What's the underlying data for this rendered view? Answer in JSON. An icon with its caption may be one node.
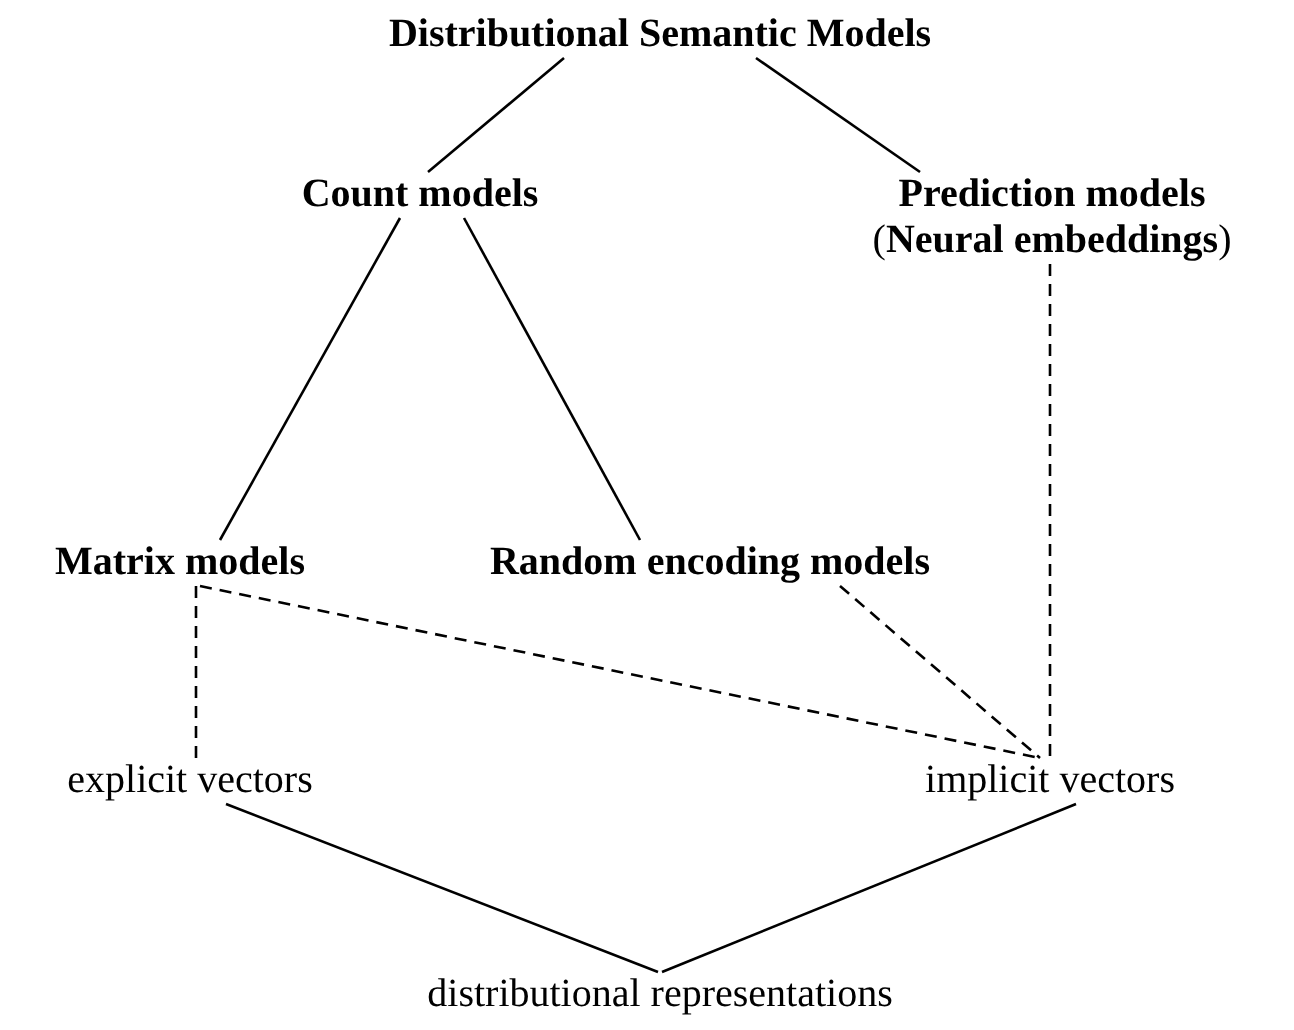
{
  "diagram": {
    "nodes": [
      {
        "text": [
          "Distributional Semantic Models"
        ]
      },
      {
        "text": [
          "Count models"
        ]
      },
      {
        "text": [
          "**Prediction models** (**Neural embeddings**)"
        ]
      },
      {
        "text": [
          "Matrix models"
        ]
      },
      {
        "text": [
          "Random encoding models"
        ]
      },
      {
        "text": [
          "explicit vectors"
        ]
      },
      {
        "text": [
          "implicit vectors"
        ]
      },
      {
        "text": [
          "distributional representations"
        ]
      }
    ],
    "edges": [
      {
        "from": 0,
        "to": 1,
        "arrow": "none"
      },
      {
        "from": 0,
        "to": 2,
        "arrow": "none"
      },
      {
        "from": 1,
        "to": 3,
        "arrow": "none"
      },
      {
        "from": 1,
        "to": 4,
        "arrow": "none"
      },
      {
        "from": 3,
        "to": 5,
        "arrow": "none",
        "style": "dashed"
      },
      {
        "from": 3,
        "to": 6,
        "arrow": "none",
        "style": "dashed"
      },
      {
        "from": 4,
        "to": 6,
        "arrow": "none",
        "style": "dashed"
      },
      {
        "from": 2,
        "to": 6,
        "arrow": "none",
        "style": "dashed"
      },
      {
        "from": 5,
        "to": 7,
        "arrow": "none"
      },
      {
        "from": 6,
        "to": 7,
        "arrow": "none"
      }
    ]
  }
}
